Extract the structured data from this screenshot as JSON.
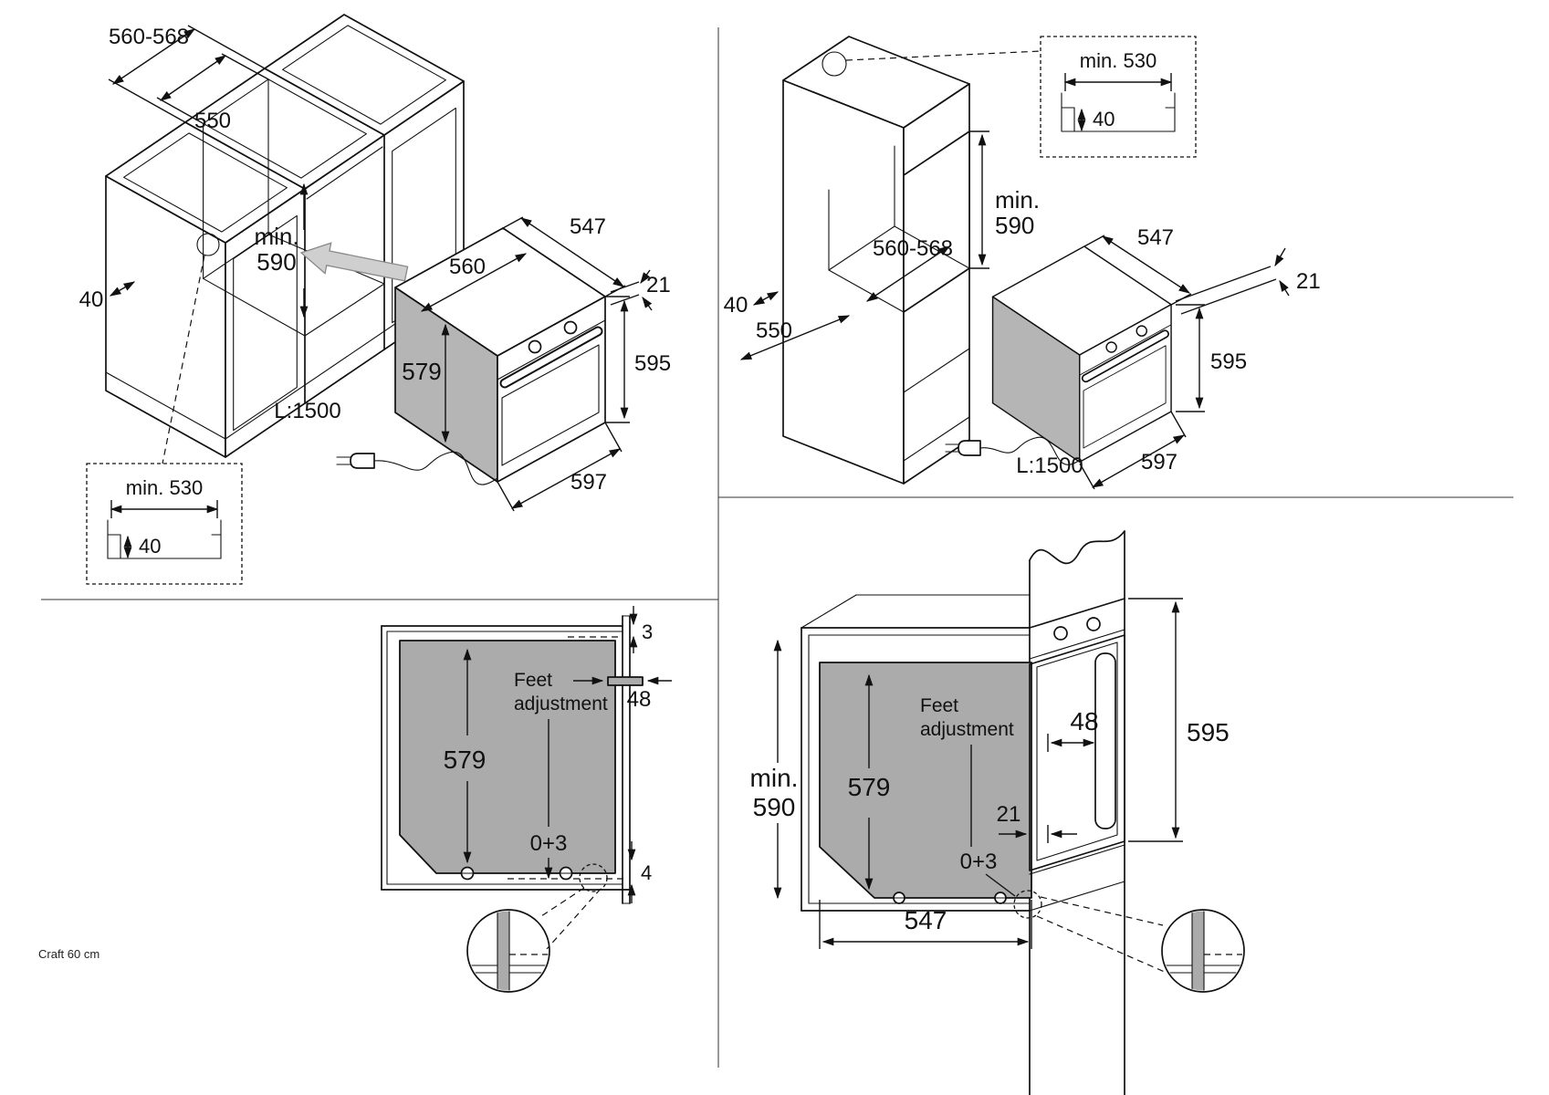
{
  "footer": {
    "model": "Craft 60 cm"
  },
  "colors": {
    "line": "#111111",
    "oven_side": "#b5b5b5",
    "silhouette": "#ababab",
    "arrow_fill": "#cfcfcf"
  },
  "tl": {
    "niche_width": "560-568",
    "niche_inner_width": "550",
    "min_label": "min.",
    "min_value": "590",
    "front_rail": "40",
    "oven_depth": "547",
    "oven_inner_width": "560",
    "door_proud": "21",
    "body_height": "579",
    "total_height": "595",
    "total_width": "597",
    "cable_length": "L:1500",
    "inset_min_width": "min. 530",
    "inset_rail": "40"
  },
  "tr": {
    "inset_min_width": "min. 530",
    "inset_rail": "40",
    "min_label": "min.",
    "min_value": "590",
    "niche_width": "560-568",
    "front_rail": "40",
    "niche_depth": "550",
    "oven_depth": "547",
    "door_proud": "21",
    "total_height": "595",
    "total_width": "597",
    "cable_length": "L:1500"
  },
  "bl": {
    "top_gap": "3",
    "feet_line1": "Feet",
    "feet_line2": "adjustment",
    "bracket_width": "48",
    "body_height": "579",
    "adjust_range": "0+3",
    "bottom_gap": "4"
  },
  "br": {
    "feet_line1": "Feet",
    "feet_line2": "adjustment",
    "handle_depth": "48",
    "front_height": "595",
    "min_label": "min.",
    "min_value": "590",
    "body_height": "579",
    "door_proud": "21",
    "adjust_range": "0+3",
    "body_width": "547"
  }
}
